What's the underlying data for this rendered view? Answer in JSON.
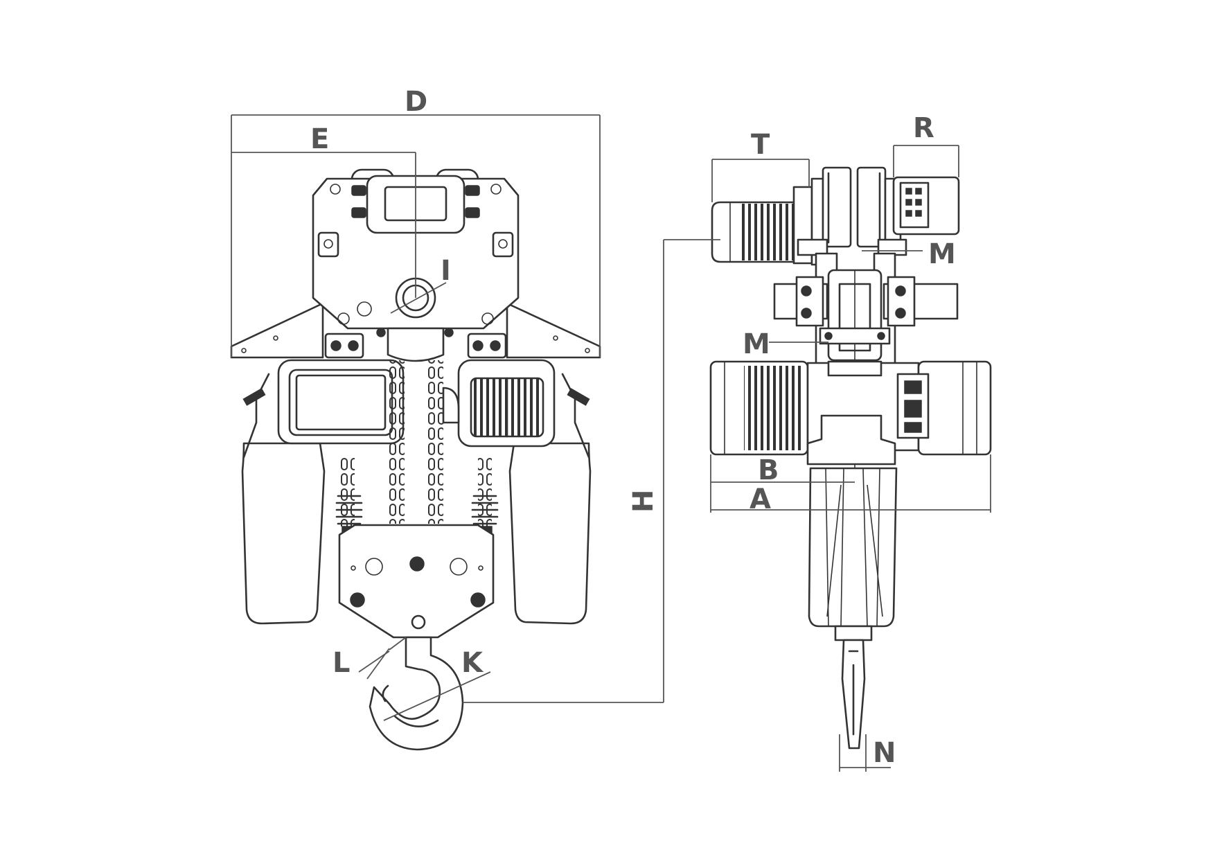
{
  "labels": {
    "D": "D",
    "E": "E",
    "I": "I",
    "L": "L",
    "K": "K",
    "H": "H",
    "T": "T",
    "R": "R",
    "M_top": "M",
    "M_mid": "M",
    "B": "B",
    "A": "A",
    "N": "N"
  }
}
